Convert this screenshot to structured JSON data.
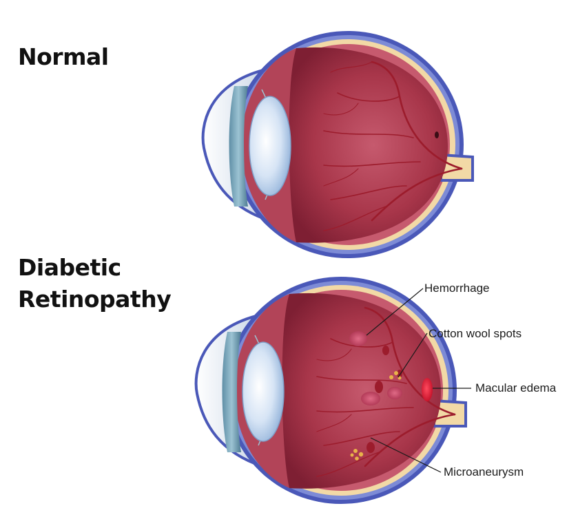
{
  "headings": {
    "normal": "Normal",
    "diabetic_line1": "Diabetic",
    "diabetic_line2": "Retinopathy"
  },
  "callouts": {
    "hemorrhage": "Hemorrhage",
    "cotton_wool": "Cotton wool spots",
    "macular_edema": "Macular edema",
    "microaneurysm": "Microaneurysm"
  },
  "colors": {
    "sclera": "#4a58b8",
    "choroid": "#f2d9a6",
    "retina_interior": "#a8364a",
    "vessel": "#9c1c2c",
    "lens": "#dde8f6",
    "cornea": "#f3f6fb",
    "hemorrhage": "#c94a66",
    "cotton_wool": "#e8b24a",
    "macular_edema": "#e0263e"
  }
}
